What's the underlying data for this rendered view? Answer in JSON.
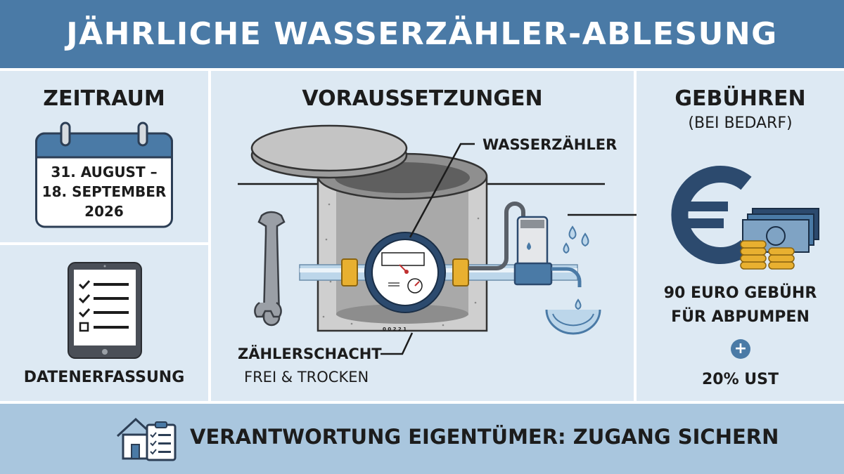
{
  "header": {
    "title": "JÄHRLICHE WASSERZÄHLER-ABLESUNG"
  },
  "zeitraum": {
    "title": "ZEITRAUM",
    "date_line1": "31. AUGUST –",
    "date_line2": "18. SEPTEMBER",
    "date_line3": "2026"
  },
  "daten": {
    "label": "DATENERFASSUNG"
  },
  "voraussetzungen": {
    "title": "VORAUSSETZUNGEN",
    "meter_label": "WASSERZÄHLER",
    "meter_digits": "0 0 2 2 1",
    "shaft_label": "ZÄHLERSCHACHT",
    "shaft_sub": "FREI & TROCKEN"
  },
  "gebuehren": {
    "title": "GEBÜHREN",
    "subtitle": "(BEI BEDARF)",
    "fee_line1": "90 EURO GEBÜHR",
    "fee_line2": "FÜR ABPUMPEN",
    "plus": "+",
    "tax": "20% UST"
  },
  "footer": {
    "text": "VERANTWORTUNG EIGENTÜMER: ZUGANG SICHERN"
  },
  "colors": {
    "header_blue": "#4a7aa6",
    "panel_blue": "#dde9f3",
    "footer_blue": "#a9c6de",
    "dark_navy": "#2c4a6e",
    "brass": "#e8b030"
  },
  "icons": [
    "calendar-icon",
    "tablet-checklist-icon",
    "wrench-icon",
    "water-meter-icon",
    "pump-icon",
    "water-drop-icon",
    "euro-icon",
    "coins-icon",
    "plus-icon",
    "house-clipboard-icon"
  ]
}
